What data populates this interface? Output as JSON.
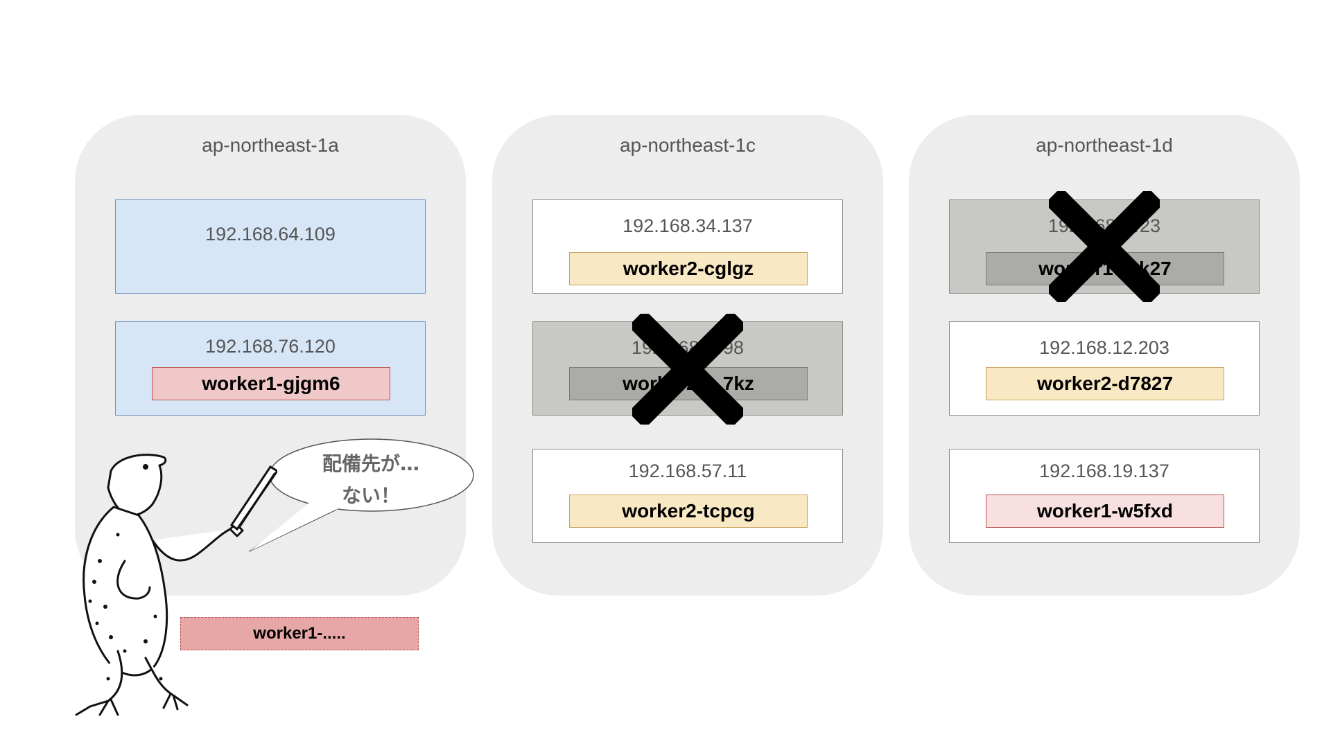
{
  "zones": [
    {
      "title": "ap-northeast-1a",
      "nodes": [
        {
          "ip": "192.168.64.109"
        },
        {
          "ip": "192.168.76.120",
          "pod": "worker1-gjgm6"
        }
      ]
    },
    {
      "title": "ap-northeast-1c",
      "nodes": [
        {
          "ip": "192.168.34.137",
          "pod": "worker2-cglgz"
        },
        {
          "ip": "192.168.…98",
          "pod": "worker2-…7kz",
          "terminated": true
        },
        {
          "ip": "192.168.57.11",
          "pod": "worker2-tcpcg"
        }
      ]
    },
    {
      "title": "ap-northeast-1d",
      "nodes": [
        {
          "ip": "192.168.…23",
          "pod": "worker1-…k27",
          "terminated": true
        },
        {
          "ip": "192.168.12.203",
          "pod": "worker2-d7827"
        },
        {
          "ip": "192.168.19.137",
          "pod": "worker1-w5fxd"
        }
      ]
    }
  ],
  "pending_pod": "worker1-.....",
  "speech": {
    "line1": "配備先が…",
    "line2": "ない！"
  },
  "colors": {
    "zone_bg": "#ededed",
    "node_blue": "#d6e6f6",
    "node_terminated": "#c8c8c4",
    "pod_worker2": "#f9e8c4",
    "pod_worker1": "#f0c8c8",
    "pod_pending": "#e8a7a7"
  }
}
